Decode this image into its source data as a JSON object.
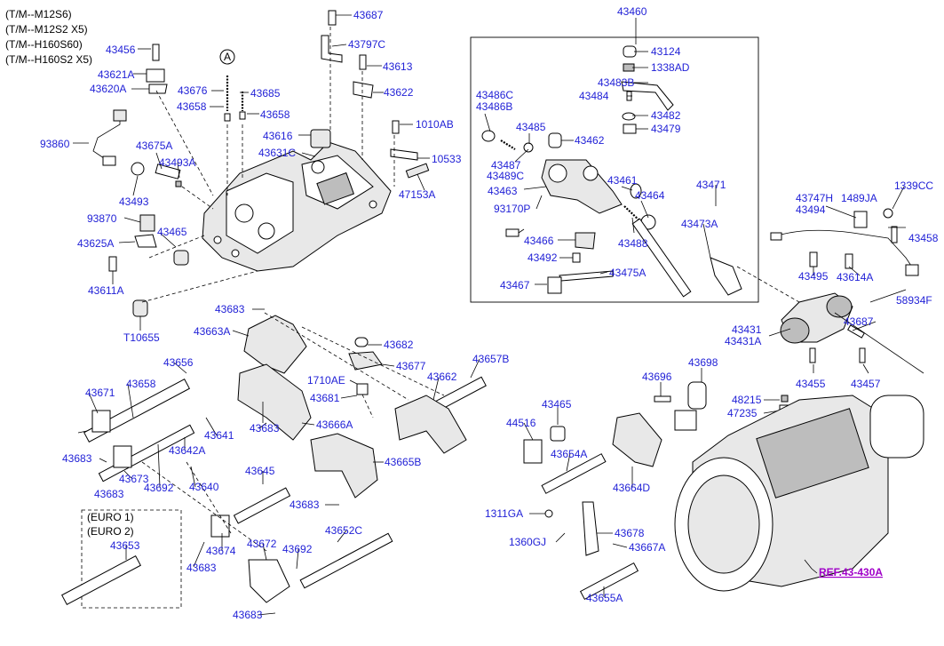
{
  "applicability": [
    "(T/M--M12S6)",
    "(T/M--M12S2 X5)",
    "(T/M--H160S60)",
    "(T/M--H160S2 X5)"
  ],
  "circle_marker": "A",
  "euro_box": {
    "line1": "(EURO 1)",
    "line2": "(EURO 2)"
  },
  "reference_link": "REF.43-430A",
  "parts": [
    "43687",
    "43797C",
    "43456",
    "43621A",
    "43620A",
    "43613",
    "43676",
    "43622",
    "43685",
    "43658",
    "43658",
    "1010AB",
    "43616",
    "93860",
    "43675A",
    "43631C",
    "43493A",
    "10533",
    "47153A",
    "43493",
    "93870",
    "43625A",
    "43465",
    "43611A",
    "T10655",
    "43683",
    "43663A",
    "43682",
    "43656",
    "43677",
    "43657B",
    "43671",
    "43658",
    "1710AE",
    "43681",
    "43662",
    "43683",
    "43641",
    "43666A",
    "43683",
    "43642A",
    "43683",
    "43673",
    "43692",
    "43640",
    "43665B",
    "43645",
    "43683",
    "43653",
    "43672",
    "43692",
    "43674",
    "43683",
    "43652C",
    "43683",
    "43460",
    "43124",
    "1338AD",
    "43486C",
    "43486B",
    "43483B",
    "43484",
    "43485",
    "43482",
    "43462",
    "43479",
    "43487",
    "43489C",
    "43463",
    "43461",
    "43471",
    "43464",
    "93170P",
    "43473A",
    "43466",
    "43488",
    "43492",
    "43475A",
    "43467",
    "43747H",
    "1489JA",
    "1339CC",
    "43494",
    "43458",
    "43495",
    "43614A",
    "58934F",
    "43687",
    "43431",
    "43431A",
    "43698",
    "43455",
    "43457",
    "43696",
    "48215",
    "47235",
    "43465",
    "44516",
    "43654A",
    "43664D",
    "1311GA",
    "43678",
    "1360GJ",
    "43667A",
    "43655A"
  ],
  "colors": {
    "label": "#1f1fd6",
    "reference": "#a000c8",
    "line": "#000000"
  }
}
